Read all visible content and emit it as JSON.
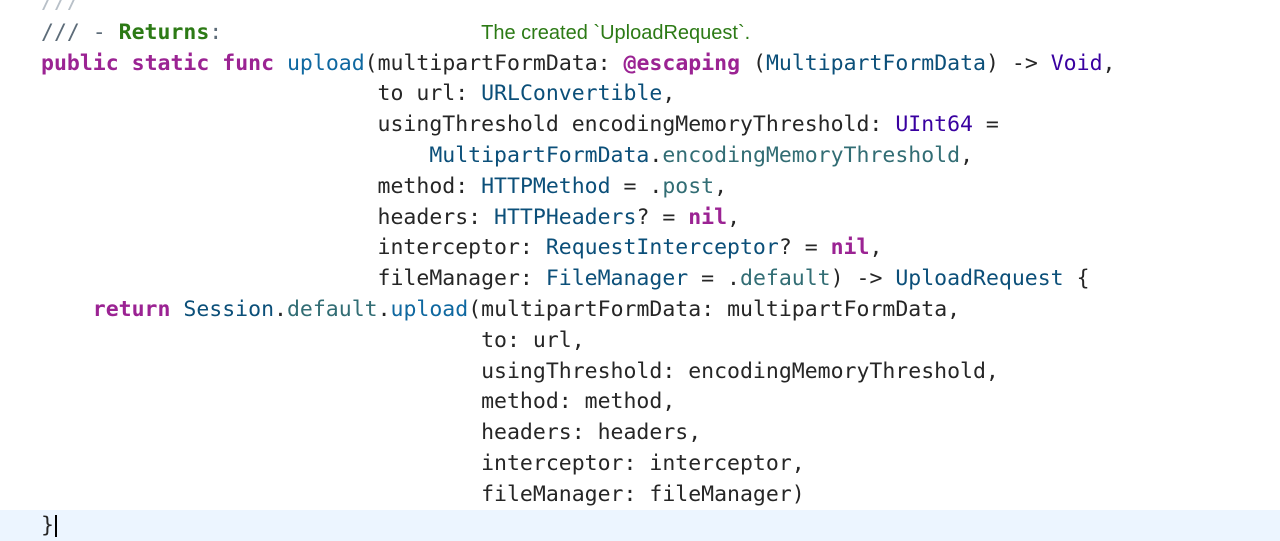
{
  "editor": {
    "lines": [
      {
        "id": "partial-top",
        "tokens": [
          {
            "cls": "faded",
            "text": "///"
          }
        ]
      },
      {
        "id": "doc-returns",
        "tokens": [
          {
            "cls": "cmt",
            "text": "/// - "
          },
          {
            "cls": "cmtkw",
            "text": "Returns"
          },
          {
            "cls": "cmt",
            "text": ":"
          },
          {
            "cls": "cmt",
            "text": "                    "
          },
          {
            "cls": "doc",
            "text": "The created "
          },
          {
            "cls": "doc code",
            "text": "`UploadRequest`"
          },
          {
            "cls": "doc",
            "text": "."
          }
        ]
      },
      {
        "id": "func-signature",
        "tokens": [
          {
            "cls": "kw",
            "text": "public"
          },
          {
            "cls": "plain",
            "text": " "
          },
          {
            "cls": "kw",
            "text": "static"
          },
          {
            "cls": "plain",
            "text": " "
          },
          {
            "cls": "kw",
            "text": "func"
          },
          {
            "cls": "plain",
            "text": " "
          },
          {
            "cls": "fn",
            "text": "upload"
          },
          {
            "cls": "plain",
            "text": "(multipartFormData: "
          },
          {
            "cls": "kw",
            "text": "@escaping"
          },
          {
            "cls": "plain",
            "text": " ("
          },
          {
            "cls": "cls",
            "text": "MultipartFormData"
          },
          {
            "cls": "plain",
            "text": ") -> "
          },
          {
            "cls": "typ",
            "text": "Void"
          },
          {
            "cls": "plain",
            "text": ","
          }
        ]
      },
      {
        "id": "param-url",
        "tokens": [
          {
            "cls": "plain",
            "text": "                          to url: "
          },
          {
            "cls": "cls",
            "text": "URLConvertible"
          },
          {
            "cls": "plain",
            "text": ","
          }
        ]
      },
      {
        "id": "param-threshold",
        "tokens": [
          {
            "cls": "plain",
            "text": "                          usingThreshold encodingMemoryThreshold: "
          },
          {
            "cls": "typ",
            "text": "UInt64"
          },
          {
            "cls": "plain",
            "text": " ="
          }
        ]
      },
      {
        "id": "param-threshold-default",
        "tokens": [
          {
            "cls": "plain",
            "text": "                              "
          },
          {
            "cls": "cls",
            "text": "MultipartFormData"
          },
          {
            "cls": "plain",
            "text": "."
          },
          {
            "cls": "prp",
            "text": "encodingMemoryThreshold"
          },
          {
            "cls": "plain",
            "text": ","
          }
        ]
      },
      {
        "id": "param-method",
        "tokens": [
          {
            "cls": "plain",
            "text": "                          method: "
          },
          {
            "cls": "cls",
            "text": "HTTPMethod"
          },
          {
            "cls": "plain",
            "text": " = ."
          },
          {
            "cls": "prp",
            "text": "post"
          },
          {
            "cls": "plain",
            "text": ","
          }
        ]
      },
      {
        "id": "param-headers",
        "tokens": [
          {
            "cls": "plain",
            "text": "                          headers: "
          },
          {
            "cls": "cls",
            "text": "HTTPHeaders"
          },
          {
            "cls": "plain",
            "text": "? = "
          },
          {
            "cls": "kw",
            "text": "nil"
          },
          {
            "cls": "plain",
            "text": ","
          }
        ]
      },
      {
        "id": "param-interceptor",
        "tokens": [
          {
            "cls": "plain",
            "text": "                          interceptor: "
          },
          {
            "cls": "cls",
            "text": "RequestInterceptor"
          },
          {
            "cls": "plain",
            "text": "? = "
          },
          {
            "cls": "kw",
            "text": "nil"
          },
          {
            "cls": "plain",
            "text": ","
          }
        ]
      },
      {
        "id": "param-filemanager",
        "tokens": [
          {
            "cls": "plain",
            "text": "                          fileManager: "
          },
          {
            "cls": "cls",
            "text": "FileManager"
          },
          {
            "cls": "plain",
            "text": " = ."
          },
          {
            "cls": "prp",
            "text": "default"
          },
          {
            "cls": "plain",
            "text": ") -> "
          },
          {
            "cls": "cls",
            "text": "UploadRequest"
          },
          {
            "cls": "plain",
            "text": " {"
          }
        ]
      },
      {
        "id": "return-call",
        "tokens": [
          {
            "cls": "plain",
            "text": "    "
          },
          {
            "cls": "kw",
            "text": "return"
          },
          {
            "cls": "plain",
            "text": " "
          },
          {
            "cls": "cls",
            "text": "Session"
          },
          {
            "cls": "plain",
            "text": "."
          },
          {
            "cls": "prp",
            "text": "default"
          },
          {
            "cls": "plain",
            "text": "."
          },
          {
            "cls": "fn",
            "text": "upload"
          },
          {
            "cls": "plain",
            "text": "(multipartFormData: multipartFormData,"
          }
        ]
      },
      {
        "id": "arg-to",
        "tokens": [
          {
            "cls": "plain",
            "text": "                                  to: url,"
          }
        ]
      },
      {
        "id": "arg-threshold",
        "tokens": [
          {
            "cls": "plain",
            "text": "                                  usingThreshold: encodingMemoryThreshold,"
          }
        ]
      },
      {
        "id": "arg-method",
        "tokens": [
          {
            "cls": "plain",
            "text": "                                  method: method,"
          }
        ]
      },
      {
        "id": "arg-headers",
        "tokens": [
          {
            "cls": "plain",
            "text": "                                  headers: headers,"
          }
        ]
      },
      {
        "id": "arg-interceptor",
        "tokens": [
          {
            "cls": "plain",
            "text": "                                  interceptor: interceptor,"
          }
        ]
      },
      {
        "id": "arg-filemanager",
        "tokens": [
          {
            "cls": "plain",
            "text": "                                  fileManager: fileManager)"
          }
        ]
      },
      {
        "id": "closing-brace",
        "current": true,
        "tokens": [
          {
            "cls": "plain",
            "text": "}"
          }
        ]
      }
    ]
  }
}
